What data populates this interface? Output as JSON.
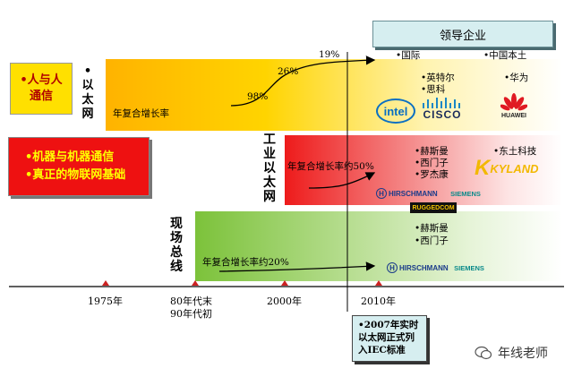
{
  "header": {
    "leading_companies": "领导企业"
  },
  "groups": {
    "intl": "•国际",
    "china": "•中国本土"
  },
  "left_boxes": {
    "h2h_line1": "•人与人",
    "h2h_line2": "通信",
    "m2m_line1": "•机器与机器通信",
    "m2m_line2": "•真正的物联网基础"
  },
  "tiers": {
    "ethernet": {
      "label": "•以太网",
      "cagr_label": "年复合增长率",
      "milestones": [
        "98%",
        "26%",
        "19%"
      ]
    },
    "industrial": {
      "label": "工业以太网",
      "cagr_label": "年复合增长率约50%"
    },
    "fieldbus": {
      "label": "现场总线",
      "cagr_label": "年复合增长率约20%"
    }
  },
  "companies": {
    "intl_top": [
      "•英特尔",
      "•思科"
    ],
    "china_top": [
      "•华为"
    ],
    "intl_mid": [
      "•赫斯曼",
      "•西门子",
      "•罗杰康"
    ],
    "china_mid": [
      "•东土科技"
    ],
    "intl_low": [
      "•赫斯曼",
      "•西门子"
    ]
  },
  "logos": {
    "intel": "intel",
    "cisco": "CISCO",
    "huawei": "HUAWEI",
    "hirschmann": "HIRSCHMANN",
    "siemens": "SIEMENS",
    "ruggedcom": "RUGGEDCOM",
    "kyland": "KYLAND",
    "hirschmann2": "HIRSCHMANN",
    "siemens2": "SIEMENS"
  },
  "timeline": {
    "t1975": "1975年",
    "t80s_line1": "80年代末",
    "t80s_line2": "90年代初",
    "t2000": "2000年",
    "t2010": "2010年"
  },
  "note": {
    "line1": "•2007年实时",
    "line2": "以太网正式列",
    "line3": "入IEC标准"
  },
  "watermark": {
    "text": "年线老师"
  },
  "colors": {
    "red": "#ee1111",
    "cyan_header": "#d6eef0",
    "timeline_marker": "#cc2222"
  }
}
